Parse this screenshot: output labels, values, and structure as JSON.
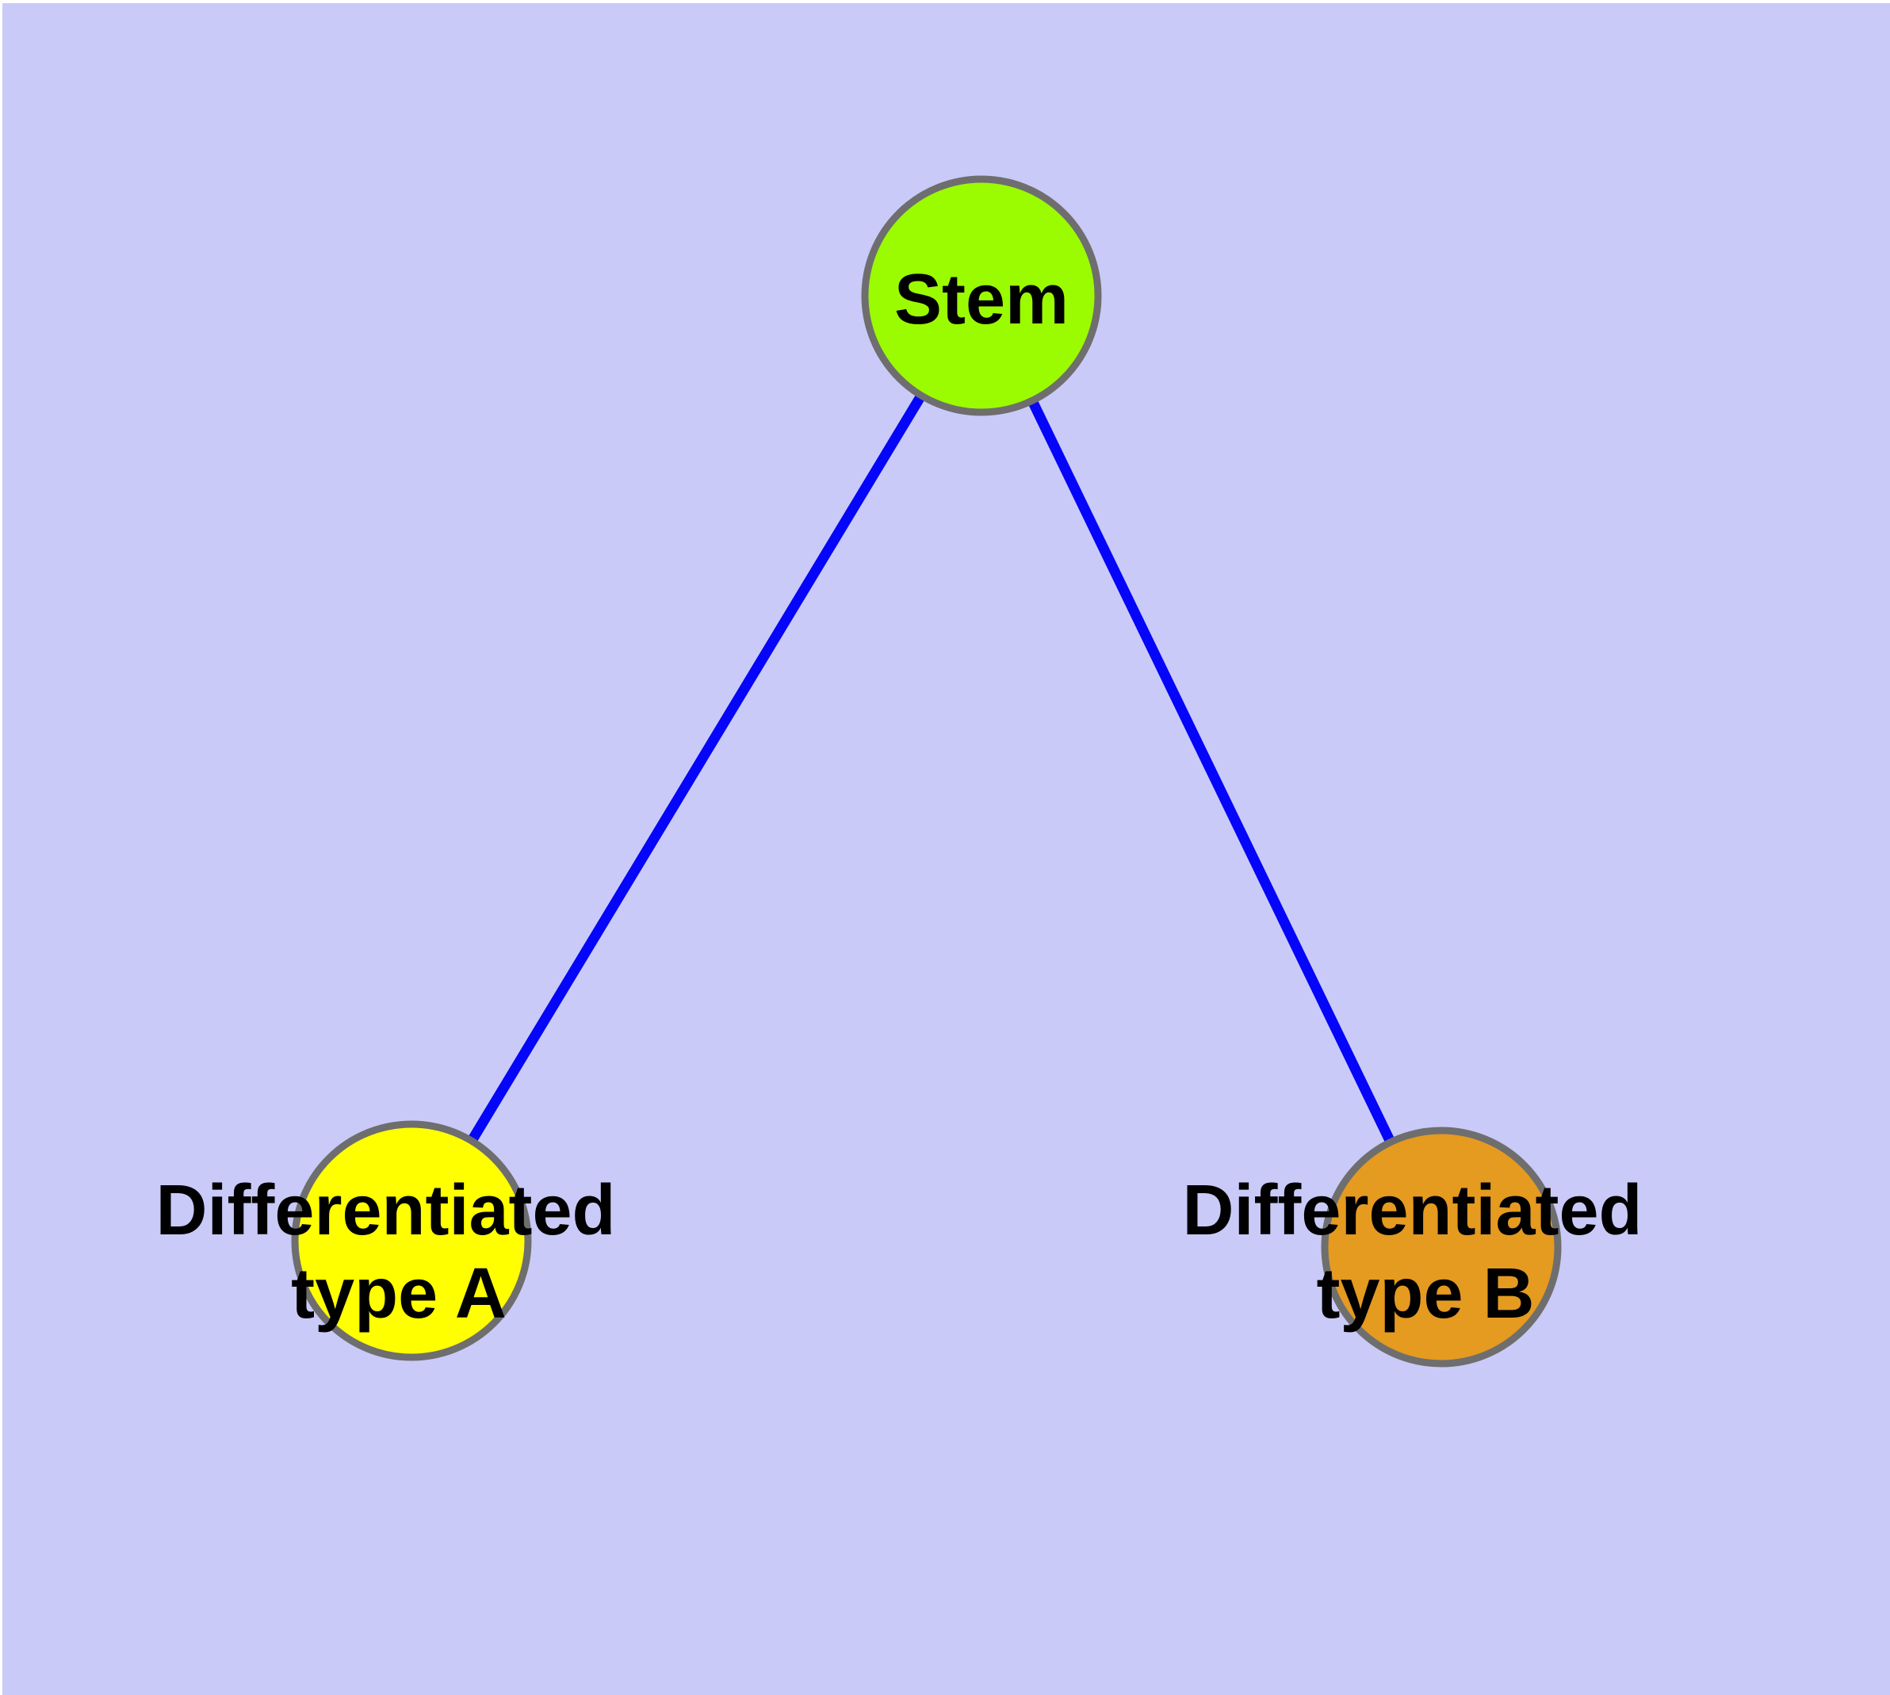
{
  "diagram": {
    "type": "graph",
    "colors": {
      "background": "#cacaf8",
      "margin": "#ffffff",
      "edge": "#0505fa",
      "node_border": "#6e6e6e",
      "label_text": "#000000"
    },
    "nodes": [
      {
        "id": "stem",
        "label": "Stem",
        "label_lines": [
          "Stem"
        ],
        "fill": "#9bfb00"
      },
      {
        "id": "differentiated-type-a",
        "label": "Differentiated type A",
        "label_lines": [
          "Differentiated",
          "type A"
        ],
        "fill": "#ffff00"
      },
      {
        "id": "differentiated-type-b",
        "label": "Differentiated type B",
        "label_lines": [
          "Differentiated",
          "type B"
        ],
        "fill": "#e59a20"
      }
    ],
    "edges": [
      {
        "from": "Stem",
        "to": "Differentiated type A"
      },
      {
        "from": "Stem",
        "to": "Differentiated type B"
      }
    ]
  }
}
